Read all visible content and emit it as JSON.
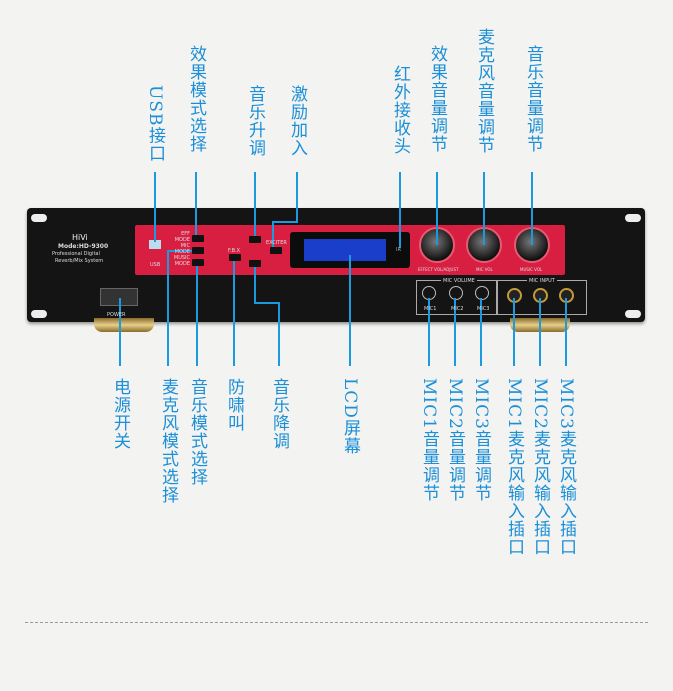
{
  "top_labels": [
    "USB接口",
    "效果模式选择",
    "音乐升调",
    "激励加入",
    "红外接收头",
    "效果音量调节",
    "麦克风音量调节",
    "音乐音量调节"
  ],
  "bottom_labels": [
    "电源开关",
    "麦克风模式选择",
    "音乐模式选择",
    "防啸叫",
    "音乐降调",
    "LCD屏幕",
    "MIC1音量调节",
    "MIC2音量调节",
    "MIC3音量调节",
    "MIC1麦克风输入插口",
    "MIC2麦克风输入插口",
    "MIC3麦克风输入插口"
  ],
  "device": {
    "brand": "HiVi",
    "model": "Mode:HD-9300",
    "desc1": "Professional Digital",
    "desc2": "Reverb/Mix System",
    "usb": "USB",
    "power": "POWER",
    "eff_mode": "EFF MODE",
    "mic_mode": "MIC MODE",
    "music_mode": "MUSIC MODE",
    "fbx": "F.B.X",
    "exciter": "EXCITER",
    "ir": "IR",
    "effect_vol": "EFFECT VOL/ADJUST",
    "mic_vol": "MIC VOL",
    "music_vol": "MUSIC VOL",
    "mic_volume": "MIC VOLUME",
    "mic_input": "MIC INPUT",
    "mic1": "MIC1",
    "mic2": "MIC2",
    "mic3": "MIC3"
  },
  "colors": {
    "accent": "#1b8fd8",
    "panel": "#d81f42"
  }
}
